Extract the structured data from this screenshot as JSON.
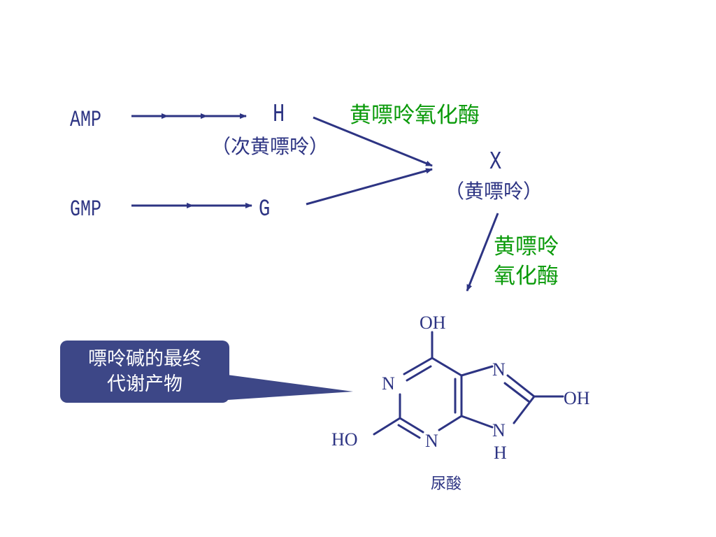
{
  "pathway": {
    "amp": "AMP",
    "gmp": "GMP",
    "h": "H",
    "h_name": "（次黄嘌呤）",
    "g": "G",
    "x": "X",
    "x_name": "（黄嘌呤）",
    "enzyme_top": "黄嘌呤氧化酶",
    "enzyme_bottom_line1": "黄嘌呤",
    "enzyme_bottom_line2": "氧化酶"
  },
  "callout": {
    "line1": "嘌呤碱的最终",
    "line2": "代谢产物"
  },
  "molecule": {
    "atoms": {
      "oh_top": "OH",
      "n1": "N",
      "n3": "N",
      "n7": "N",
      "n9": "N",
      "h9": "H",
      "oh_right": "OH",
      "ho_left": "HO"
    },
    "caption": "尿酸"
  },
  "colors": {
    "arrow": "#2d3483",
    "label": "#2d3483",
    "enzyme": "#0a9a0a",
    "callout_bg": "#3d4787",
    "callout_text": "#ffffff"
  }
}
